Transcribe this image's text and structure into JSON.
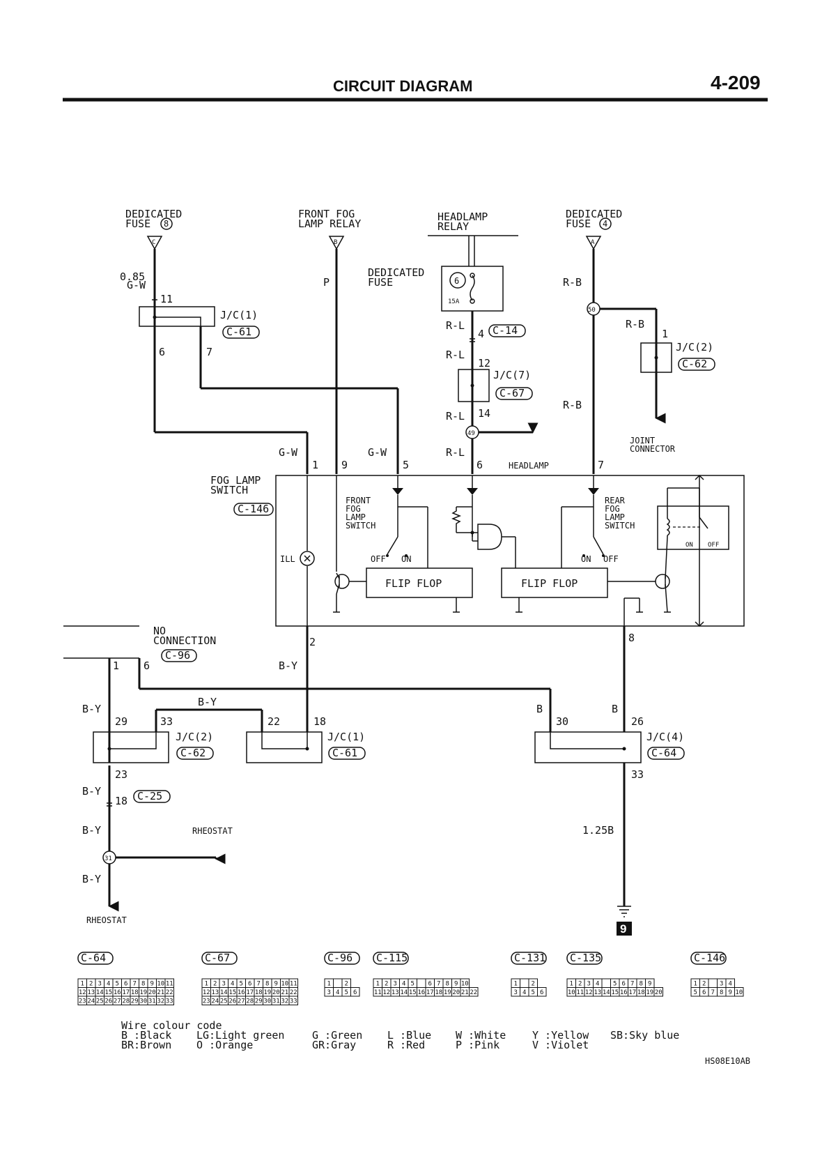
{
  "header": {
    "title": "CIRCUIT DIAGRAM",
    "page": "4-209"
  },
  "sources": {
    "fuse8": {
      "line1": "DEDICATED",
      "line2": "FUSE",
      "num": "8",
      "tag": "C"
    },
    "relay": {
      "line1": "FRONT FOG",
      "line2": "LAMP RELAY",
      "tag": "B"
    },
    "headlamp_relay": {
      "line1": "HEADLAMP",
      "line2": "RELAY"
    },
    "fuse4": {
      "line1": "DEDICATED",
      "line2": "FUSE",
      "num": "4",
      "tag": "A"
    }
  },
  "fuse6": {
    "line1": "DEDICATED",
    "line2": "FUSE",
    "num": "6",
    "amps": "15A"
  },
  "wires": {
    "g085": "0.85",
    "gw": "G-W",
    "p": "P",
    "rb": "R-B",
    "rl": "R-L",
    "by": "B-Y",
    "b": "B",
    "b125": "1.25B"
  },
  "pins": {
    "p11": "11",
    "p6": "6",
    "p7": "7",
    "p4": "4",
    "p12": "12",
    "p14": "14",
    "p1": "1",
    "s1": "1",
    "s9": "9",
    "s5": "5",
    "s6": "6",
    "s7": "7",
    "s2": "2",
    "s8": "8",
    "n1": "1",
    "n6": "6",
    "p29": "29",
    "p33": "33",
    "p22": "22",
    "p18": "18",
    "p30": "30",
    "p26": "26",
    "p23": "23",
    "p33b": "33",
    "p18b": "18",
    "c50": "50",
    "c49": "49",
    "c31": "31"
  },
  "jc": {
    "jc1_top": {
      "label": "J/C(1)",
      "conn": "C-61"
    },
    "jc2_top": {
      "label": "J/C(2)",
      "conn": "C-62"
    },
    "jc7": {
      "label": "J/C(7)",
      "conn": "C-67"
    },
    "jc2_bot": {
      "label": "J/C(2)",
      "conn": "C-62"
    },
    "jc1_bot": {
      "label": "J/C(1)",
      "conn": "C-61"
    },
    "jc4": {
      "label": "J/C(4)",
      "conn": "C-64"
    }
  },
  "conn_c14": "C-14",
  "conn_c25": "C-25",
  "switch": {
    "name1": "FOG LAMP",
    "name2": "SWITCH",
    "conn": "C-146",
    "front1": "FRONT",
    "front2": "FOG",
    "front3": "LAMP",
    "front4": "SWITCH",
    "rear1": "REAR",
    "rear2": "FOG",
    "rear3": "LAMP",
    "rear4": "SWITCH",
    "ff": "FLIP FLOP",
    "ill": "ILL",
    "off": "OFF",
    "on": "ON",
    "relay_on": "ON",
    "relay_off": "OFF"
  },
  "labels": {
    "joint1": "JOINT",
    "joint2": "CONNECTOR",
    "headlamp": "HEADLAMP",
    "noconn1": "NO",
    "noconn2": "CONNECTION",
    "noconn_conn": "C-96",
    "rheostat": "RHEOSTAT",
    "ground": "9"
  },
  "connectors": [
    {
      "name": "C-64",
      "rows": [
        [
          "1",
          "2",
          "3",
          "4",
          "5",
          "6",
          "7",
          "8",
          "9",
          "10",
          "11"
        ],
        [
          "12",
          "13",
          "14",
          "15",
          "16",
          "17",
          "18",
          "19",
          "20",
          "21",
          "22"
        ],
        [
          "23",
          "24",
          "25",
          "26",
          "27",
          "28",
          "29",
          "30",
          "31",
          "32",
          "33"
        ]
      ]
    },
    {
      "name": "C-67",
      "rows": [
        [
          "1",
          "2",
          "3",
          "4",
          "5",
          "6",
          "7",
          "8",
          "9",
          "10",
          "11"
        ],
        [
          "12",
          "13",
          "14",
          "15",
          "16",
          "17",
          "18",
          "19",
          "20",
          "21",
          "22"
        ],
        [
          "23",
          "24",
          "25",
          "26",
          "27",
          "28",
          "29",
          "30",
          "31",
          "32",
          "33"
        ]
      ]
    },
    {
      "name": "C-96",
      "rows": [
        [
          "1",
          "",
          "2"
        ],
        [
          "3",
          "4",
          "5",
          "6"
        ]
      ]
    },
    {
      "name": "C-115",
      "rows": [
        [
          "1",
          "2",
          "3",
          "4",
          "5",
          "",
          "6",
          "7",
          "8",
          "9",
          "10"
        ],
        [
          "11",
          "12",
          "13",
          "14",
          "15",
          "16",
          "17",
          "18",
          "19",
          "20",
          "21",
          "22"
        ]
      ]
    },
    {
      "name": "C-131",
      "rows": [
        [
          "1",
          "",
          "2"
        ],
        [
          "3",
          "4",
          "5",
          "6"
        ]
      ]
    },
    {
      "name": "C-135",
      "rows": [
        [
          "1",
          "2",
          "3",
          "4",
          "",
          "5",
          "6",
          "7",
          "8",
          "9"
        ],
        [
          "10",
          "11",
          "12",
          "13",
          "14",
          "15",
          "16",
          "17",
          "18",
          "19",
          "20"
        ]
      ]
    },
    {
      "name": "C-146",
      "rows": [
        [
          "1",
          "2",
          "",
          "3",
          "4"
        ],
        [
          "5",
          "6",
          "7",
          "8",
          "9",
          "10"
        ]
      ]
    }
  ],
  "legend": {
    "title": "Wire colour code",
    "row1": [
      "B :Black",
      "LG:Light green",
      "G :Green",
      "L :Blue",
      "W :White",
      "Y :Yellow",
      "SB:Sky blue"
    ],
    "row2": [
      "BR:Brown",
      "O :Orange",
      "GR:Gray",
      "R :Red",
      "P :Pink",
      "V :Violet"
    ]
  },
  "code": "HS08E10AB"
}
